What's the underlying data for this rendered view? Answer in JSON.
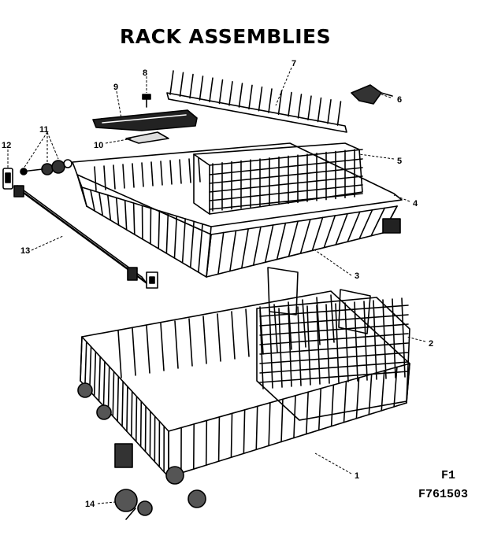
{
  "title": "RACK ASSEMBLIES",
  "figure_label": "F1",
  "figure_number": "F761503",
  "callouts": [
    {
      "number": "1",
      "part": "lower-rack"
    },
    {
      "number": "2",
      "part": "silverware-basket"
    },
    {
      "number": "3",
      "part": "upper-rack"
    },
    {
      "number": "4",
      "part": "upper-rack-rim"
    },
    {
      "number": "5",
      "part": "cup-shelf-basket"
    },
    {
      "number": "6",
      "part": "rack-clip"
    },
    {
      "number": "7",
      "part": "tine-row"
    },
    {
      "number": "8",
      "part": "screw"
    },
    {
      "number": "9",
      "part": "shelf-bracket"
    },
    {
      "number": "10",
      "part": "washer-plate"
    },
    {
      "number": "11",
      "part": "roller-and-axle-set"
    },
    {
      "number": "12",
      "part": "end-cap"
    },
    {
      "number": "13",
      "part": "track-rail"
    },
    {
      "number": "14",
      "part": "lower-rack-roller"
    }
  ],
  "colors": {
    "ink": "#000000",
    "paper": "#ffffff"
  }
}
